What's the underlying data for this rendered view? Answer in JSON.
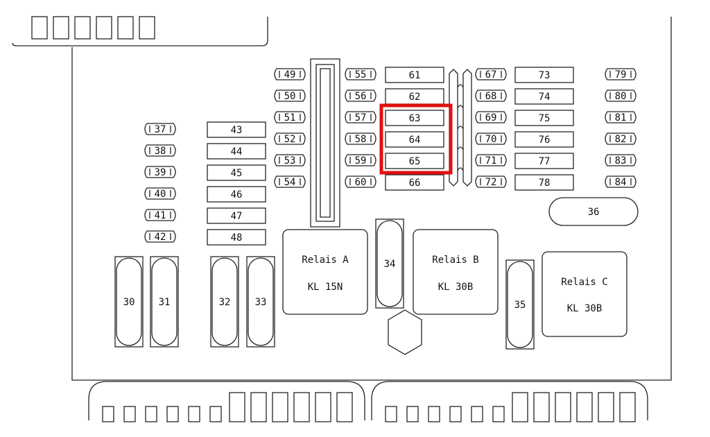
{
  "diagram": {
    "highlight_color": "#e01010",
    "small_fuses_left": [
      "37",
      "38",
      "39",
      "40",
      "41",
      "42"
    ],
    "medium_fuses_left": [
      "43",
      "44",
      "45",
      "46",
      "47",
      "48"
    ],
    "small_fuses_col_a": [
      "49",
      "50",
      "51",
      "52",
      "53",
      "54"
    ],
    "small_fuses_col_b": [
      "55",
      "56",
      "57",
      "58",
      "59",
      "60"
    ],
    "medium_fuses_center": [
      "61",
      "62",
      "63",
      "64",
      "65",
      "66"
    ],
    "small_fuses_col_c": [
      "67",
      "68",
      "69",
      "70",
      "71",
      "72"
    ],
    "medium_fuses_right": [
      "73",
      "74",
      "75",
      "76",
      "77",
      "78"
    ],
    "small_fuses_far_right": [
      "79",
      "80",
      "81",
      "82",
      "83",
      "84"
    ],
    "highlighted_fuses": [
      "63",
      "64",
      "65"
    ],
    "maxi_fuses": [
      "30",
      "31",
      "32",
      "33",
      "34",
      "35",
      "36"
    ],
    "relays": [
      {
        "name": "Relais A",
        "terminal": "KL 15N"
      },
      {
        "name": "Relais B",
        "terminal": "KL 30B"
      },
      {
        "name": "Relais C",
        "terminal": "KL 30B"
      }
    ]
  }
}
